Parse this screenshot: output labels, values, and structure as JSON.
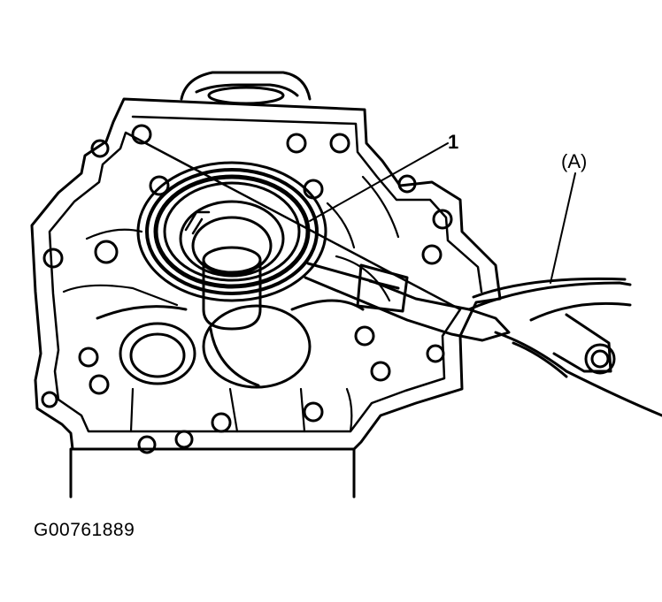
{
  "callouts": {
    "part_1": "1",
    "tool_a": "(A)"
  },
  "figure_id": "G00761889",
  "colors": {
    "line": "#000000",
    "background": "#ffffff"
  }
}
